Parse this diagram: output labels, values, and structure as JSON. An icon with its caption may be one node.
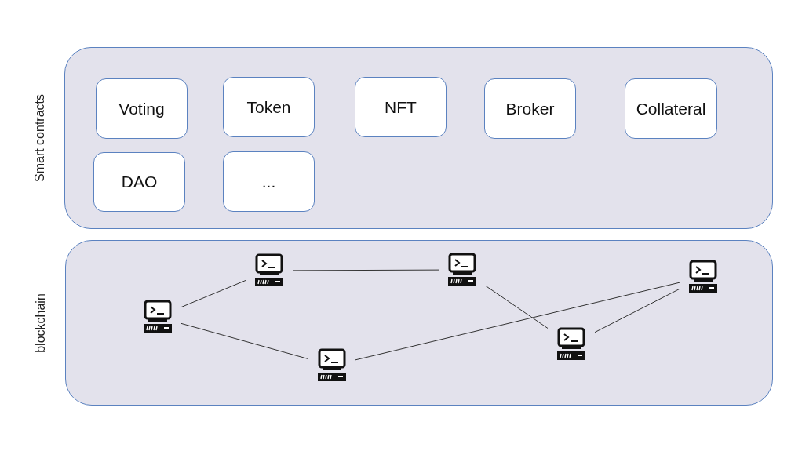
{
  "diagram": {
    "nodes": [
      {
        "text": [
          "Smart contracts"
        ]
      },
      {
        "text": [
          "Voting"
        ],
        "in": 0
      },
      {
        "text": [
          "Token"
        ],
        "in": 0
      },
      {
        "text": [
          "NFT"
        ],
        "in": 0
      },
      {
        "text": [
          "Broker"
        ],
        "in": 0
      },
      {
        "text": [
          "Collateral"
        ],
        "in": 0
      },
      {
        "text": [
          "DAO"
        ],
        "in": 0
      },
      {
        "text": [
          "..."
        ],
        "in": 0
      },
      {
        "text": [
          "blockchain"
        ]
      },
      {
        "text": [],
        "shape": "computer",
        "in": 8
      },
      {
        "text": [],
        "shape": "computer",
        "in": 8
      },
      {
        "text": [],
        "shape": "computer",
        "in": 8
      },
      {
        "text": [],
        "shape": "computer",
        "in": 8
      },
      {
        "text": [],
        "shape": "computer",
        "in": 8
      },
      {
        "text": [],
        "shape": "computer",
        "in": 8
      }
    ],
    "edges": [
      {
        "from": 9,
        "to": 10,
        "arrow": "none"
      },
      {
        "from": 10,
        "to": 12,
        "arrow": "none"
      },
      {
        "from": 9,
        "to": 11,
        "arrow": "none"
      },
      {
        "from": 12,
        "to": 13,
        "arrow": "none"
      },
      {
        "from": 11,
        "to": 14,
        "arrow": "none"
      },
      {
        "from": 13,
        "to": 14,
        "arrow": "none"
      }
    ]
  }
}
